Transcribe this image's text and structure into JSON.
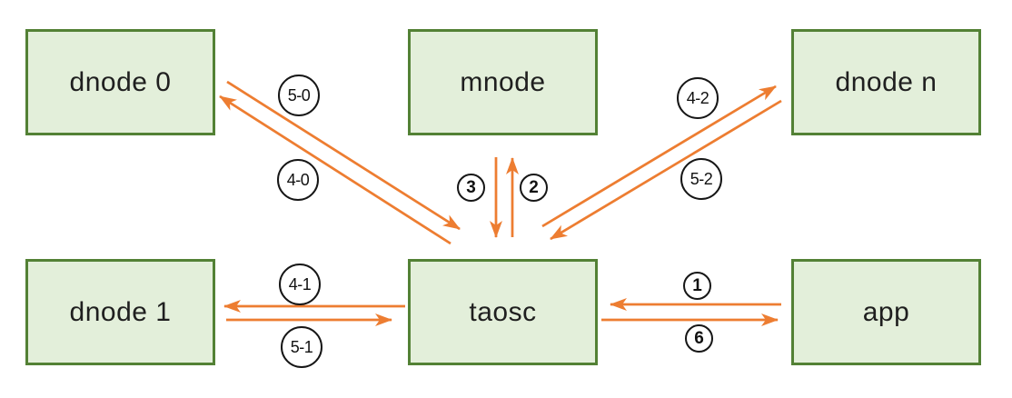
{
  "diagram": {
    "description": "Data flow diagram between app, taosc, mnode and dnodes",
    "colors": {
      "node_fill": "#e3efda",
      "node_border": "#538135",
      "arrow": "#ed7d31",
      "label_circle_border": "#161616",
      "text": "#1f1f1f"
    },
    "nodes": [
      {
        "id": "dnode0",
        "label": "dnode 0"
      },
      {
        "id": "mnode",
        "label": "mnode"
      },
      {
        "id": "dnoden",
        "label": "dnode n"
      },
      {
        "id": "dnode1",
        "label": "dnode 1"
      },
      {
        "id": "taosc",
        "label": "taosc"
      },
      {
        "id": "app",
        "label": "app"
      }
    ],
    "edges": [
      {
        "id": "5-0",
        "label": "5-0",
        "from": "dnode 0",
        "to": "taosc"
      },
      {
        "id": "4-0",
        "label": "4-0",
        "from": "taosc",
        "to": "dnode 0"
      },
      {
        "id": "3",
        "label": "3",
        "from": "mnode",
        "to": "taosc"
      },
      {
        "id": "2",
        "label": "2",
        "from": "taosc",
        "to": "mnode"
      },
      {
        "id": "4-2",
        "label": "4-2",
        "from": "taosc",
        "to": "dnode n"
      },
      {
        "id": "5-2",
        "label": "5-2",
        "from": "dnode n",
        "to": "taosc"
      },
      {
        "id": "4-1",
        "label": "4-1",
        "from": "taosc",
        "to": "dnode 1"
      },
      {
        "id": "5-1",
        "label": "5-1",
        "from": "dnode 1",
        "to": "taosc"
      },
      {
        "id": "1",
        "label": "1",
        "from": "app",
        "to": "taosc"
      },
      {
        "id": "6",
        "label": "6",
        "from": "taosc",
        "to": "app"
      }
    ]
  }
}
